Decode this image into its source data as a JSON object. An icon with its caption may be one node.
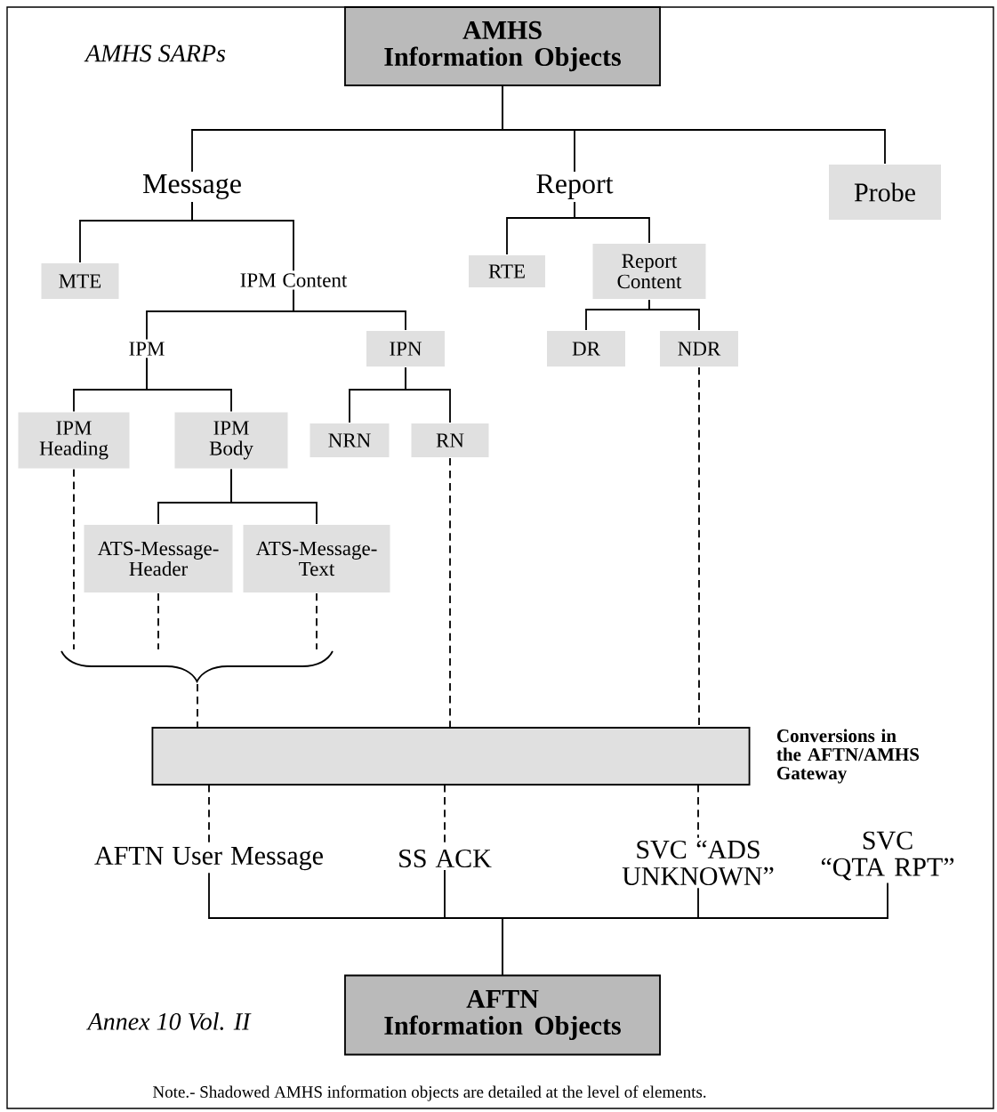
{
  "diagram": {
    "nodes": [
      {
        "text": [
          "AMHS",
          "Information Objects"
        ]
      },
      {
        "text": [
          "Message"
        ]
      },
      {
        "text": [
          "Report"
        ]
      },
      {
        "text": [
          "Probe"
        ]
      },
      {
        "text": [
          "MTE"
        ]
      },
      {
        "text": [
          "IPM Content"
        ]
      },
      {
        "text": [
          "RTE"
        ]
      },
      {
        "text": [
          "Report Content"
        ]
      },
      {
        "text": [
          "IPM"
        ]
      },
      {
        "text": [
          "IPN"
        ]
      },
      {
        "text": [
          "DR"
        ]
      },
      {
        "text": [
          "NDR"
        ]
      },
      {
        "text": [
          "IPM Heading"
        ]
      },
      {
        "text": [
          "IPM Body"
        ]
      },
      {
        "text": [
          "NRN"
        ]
      },
      {
        "text": [
          "RN"
        ]
      },
      {
        "text": [
          "ATS-Message-Header"
        ]
      },
      {
        "text": [
          "ATS-Message-Text"
        ]
      },
      {
        "text": [],
        "shape": "brace"
      },
      {
        "text": [
          "Conversions in the AFTN/AMHS Gateway"
        ]
      },
      {
        "text": [
          "AFTN User Message"
        ]
      },
      {
        "text": [
          "SS ACK"
        ]
      },
      {
        "text": [
          "SVC “ADS UNKNOWN”"
        ]
      },
      {
        "text": [
          "SVC “QTA RPT”"
        ]
      },
      {
        "text": [
          "AFTN",
          "Information Objects"
        ]
      }
    ],
    "edges": [
      {
        "from": 0,
        "to": 1,
        "arrow": "none"
      },
      {
        "from": 0,
        "to": 2,
        "arrow": "none"
      },
      {
        "from": 0,
        "to": 3,
        "arrow": "none"
      },
      {
        "from": 1,
        "to": 4,
        "arrow": "none"
      },
      {
        "from": 1,
        "to": 5,
        "arrow": "none"
      },
      {
        "from": 2,
        "to": 6,
        "arrow": "none"
      },
      {
        "from": 2,
        "to": 7,
        "arrow": "none"
      },
      {
        "from": 5,
        "to": 8,
        "arrow": "none"
      },
      {
        "from": 5,
        "to": 9,
        "arrow": "none"
      },
      {
        "from": 7,
        "to": 10,
        "arrow": "none"
      },
      {
        "from": 7,
        "to": 11,
        "arrow": "none"
      },
      {
        "from": 8,
        "to": 12,
        "arrow": "none"
      },
      {
        "from": 8,
        "to": 13,
        "arrow": "none"
      },
      {
        "from": 9,
        "to": 14,
        "arrow": "none"
      },
      {
        "from": 9,
        "to": 15,
        "arrow": "none"
      },
      {
        "from": 13,
        "to": 16,
        "arrow": "none"
      },
      {
        "from": 13,
        "to": 17,
        "arrow": "none"
      },
      {
        "from": 12,
        "to": 18,
        "arrow": "none",
        "style": "dashed"
      },
      {
        "from": 16,
        "to": 18,
        "arrow": "none",
        "style": "dashed"
      },
      {
        "from": 17,
        "to": 18,
        "arrow": "none",
        "style": "dashed"
      },
      {
        "from": 18,
        "to": 19,
        "arrow": "none",
        "style": "dashed"
      },
      {
        "from": 15,
        "to": 19,
        "arrow": "none",
        "style": "dashed"
      },
      {
        "from": 11,
        "to": 19,
        "arrow": "none",
        "style": "dashed"
      },
      {
        "from": 19,
        "to": 20,
        "arrow": "none",
        "style": "dashed"
      },
      {
        "from": 19,
        "to": 21,
        "arrow": "none",
        "style": "dashed"
      },
      {
        "from": 19,
        "to": 22,
        "arrow": "none",
        "style": "dashed"
      },
      {
        "from": 20,
        "to": 24,
        "arrow": "none"
      },
      {
        "from": 21,
        "to": 24,
        "arrow": "none"
      },
      {
        "from": 22,
        "to": 24,
        "arrow": "none"
      },
      {
        "from": 23,
        "to": 24,
        "arrow": "none"
      }
    ],
    "labels": [
      "AMHS SARPs",
      "Annex 10 Vol. II",
      "Note.- Shadowed AMHS information objects are detailed at the level of elements."
    ]
  }
}
